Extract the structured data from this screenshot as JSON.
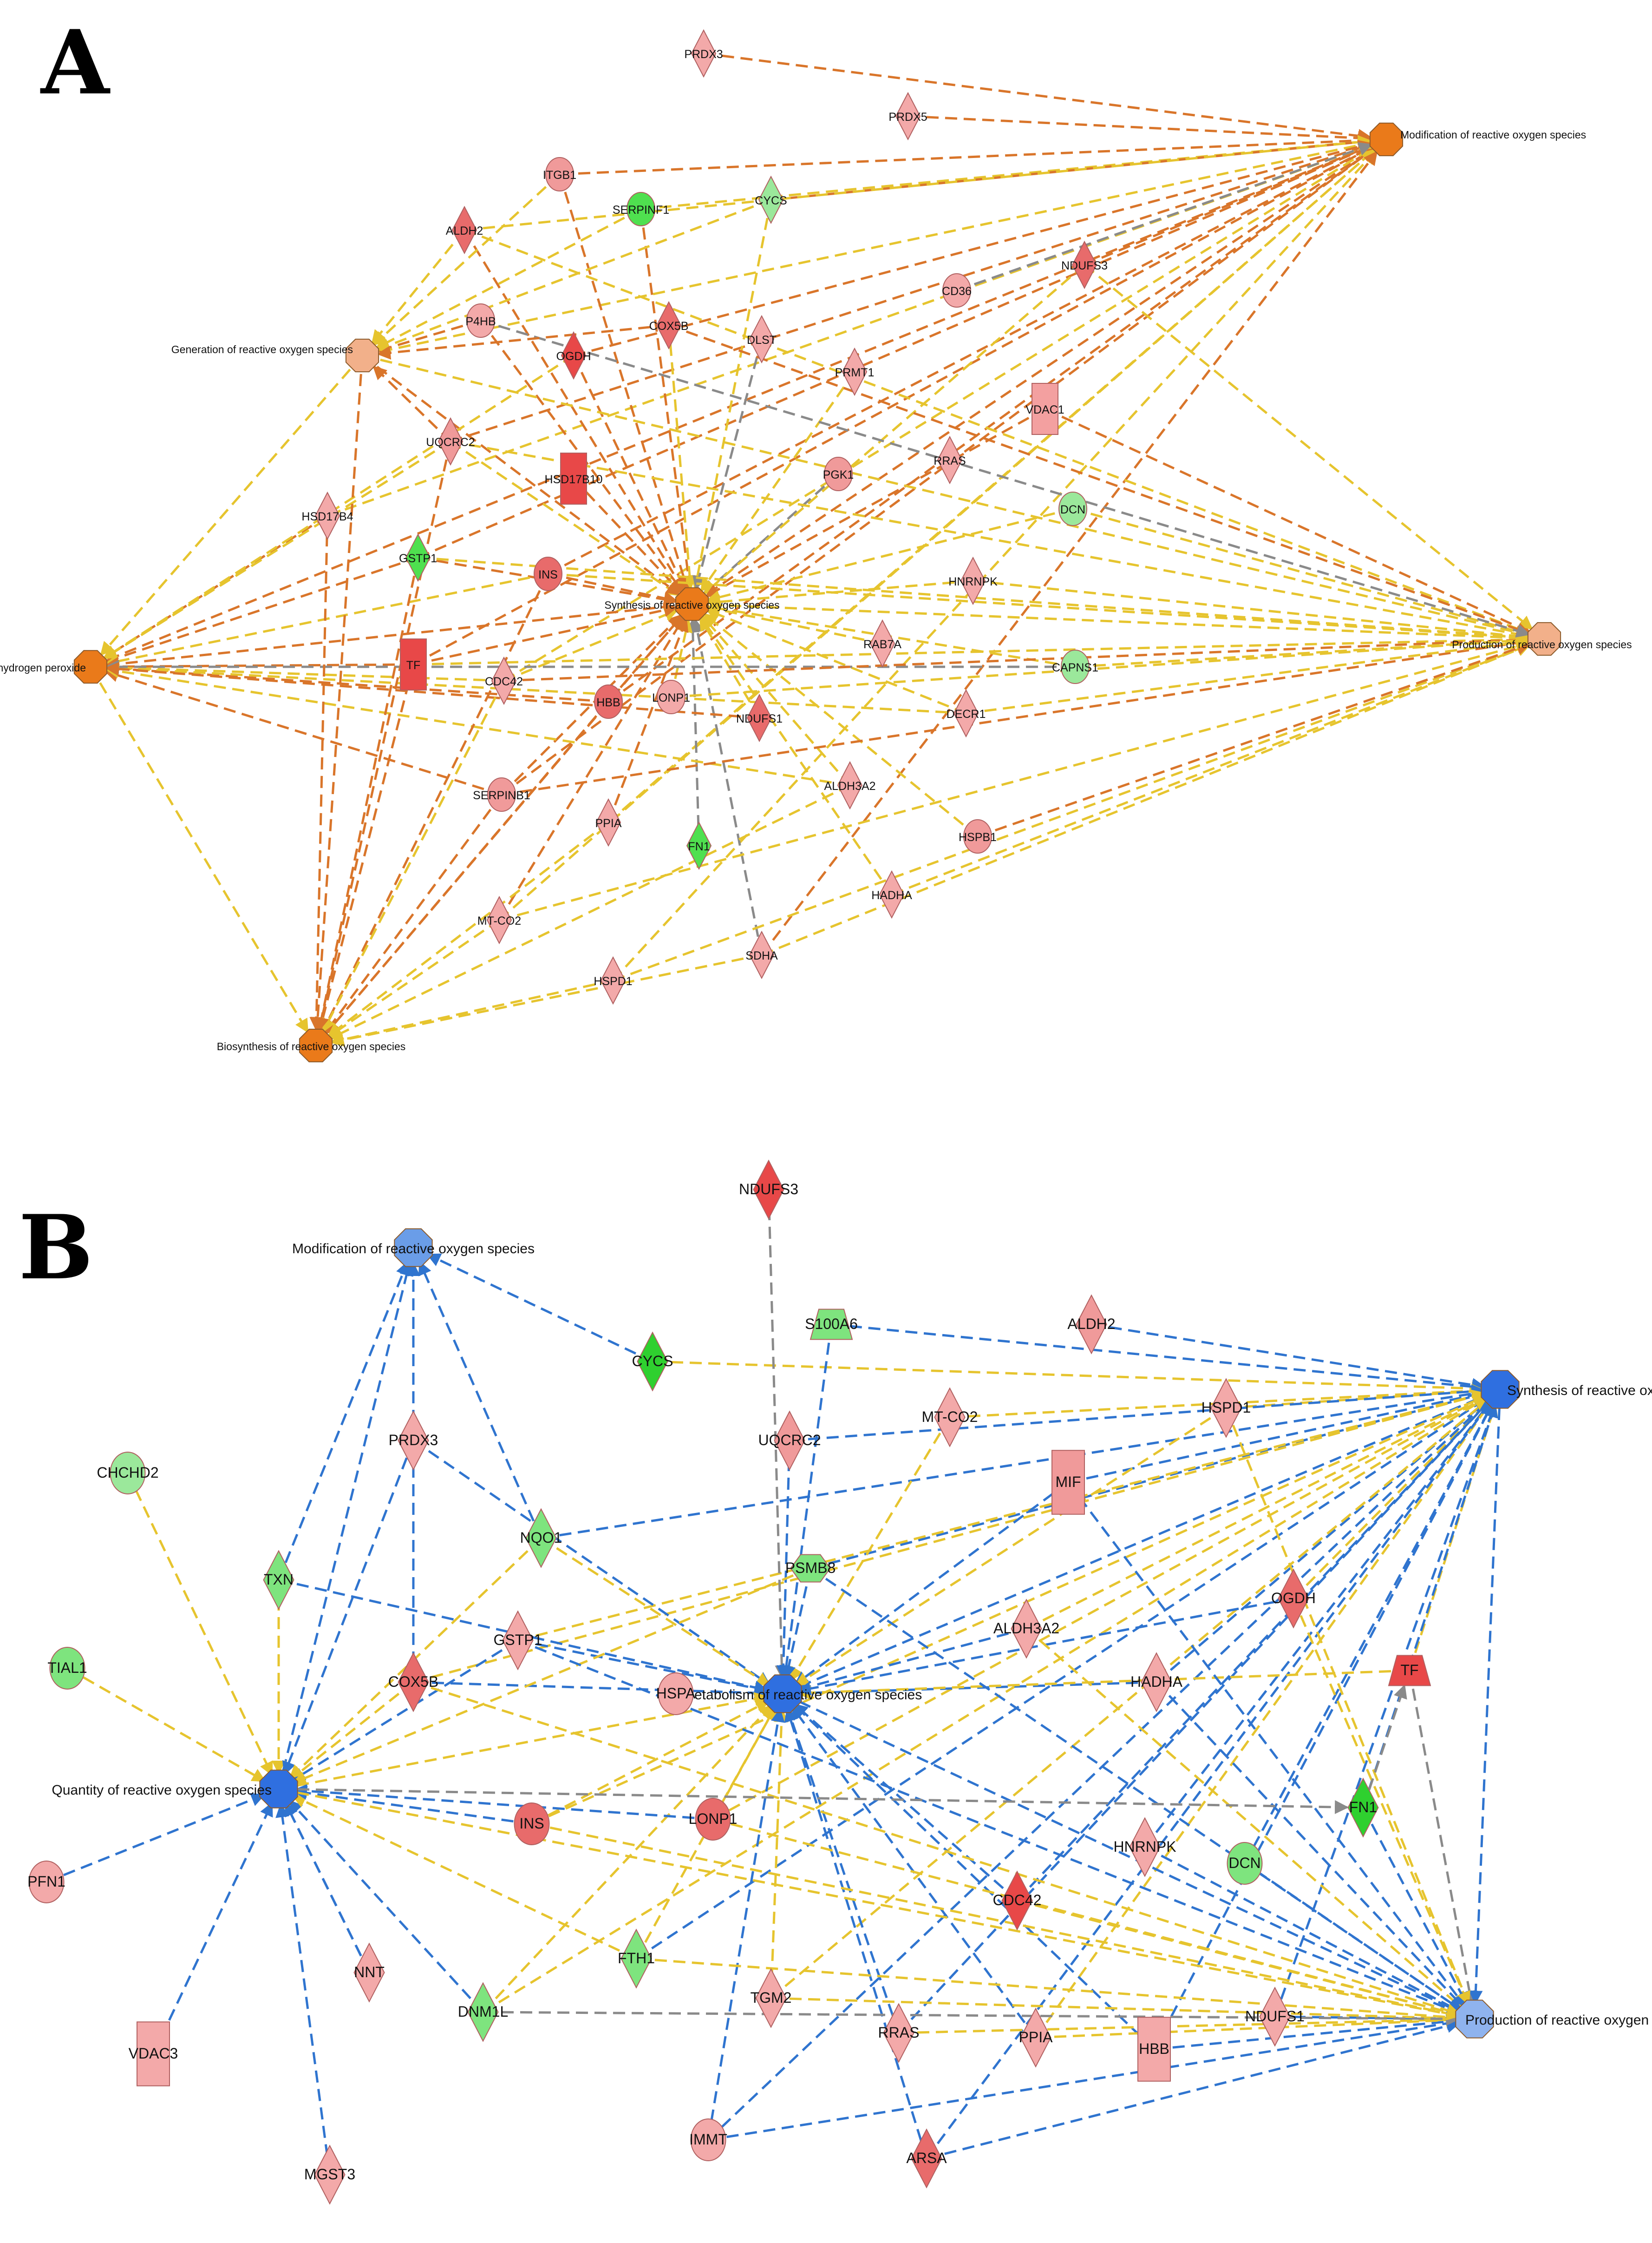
{
  "panels": [
    {
      "letter": "A",
      "functions": [
        {
          "id": "A_mod",
          "label": "Modification of reactive oxygen species",
          "color": "#ea7a1a"
        },
        {
          "id": "A_gen",
          "label": "Generation of reactive oxygen species",
          "color": "#f2b08a"
        },
        {
          "id": "A_synthros",
          "label": "Synthesis of reactive oxygen species",
          "color": "#ea7a1a"
        },
        {
          "id": "A_synhp",
          "label": "Synthesis of hydrogen peroxide",
          "color": "#ea7a1a"
        },
        {
          "id": "A_prod",
          "label": "Production of reactive oxygen species",
          "color": "#f2b08a"
        },
        {
          "id": "A_bio",
          "label": "Biosynthesis of reactive oxygen species",
          "color": "#ea7a1a"
        }
      ],
      "genes": [
        {
          "id": "A_PRDX3",
          "label": "PRDX3",
          "shape": "diamond",
          "color": "#f3a9a9"
        },
        {
          "id": "A_PRDX5",
          "label": "PRDX5",
          "shape": "diamond",
          "color": "#f3a9a9"
        },
        {
          "id": "A_ITGB1",
          "label": "ITGB1",
          "shape": "ellipse",
          "color": "#f09a9a"
        },
        {
          "id": "A_SERPINF1",
          "label": "SERPINF1",
          "shape": "ellipse",
          "color": "#4fe04f"
        },
        {
          "id": "A_CYCS",
          "label": "CYCS",
          "shape": "diamond",
          "color": "#9be89b"
        },
        {
          "id": "A_ALDH2",
          "label": "ALDH2",
          "shape": "diamond",
          "color": "#e86b6b"
        },
        {
          "id": "A_NDUFS3",
          "label": "NDUFS3",
          "shape": "diamond",
          "color": "#e86b6b"
        },
        {
          "id": "A_CD36",
          "label": "CD36",
          "shape": "ellipse",
          "color": "#f3a9a9"
        },
        {
          "id": "A_P4HB",
          "label": "P4HB",
          "shape": "ellipse",
          "color": "#f3a9a9"
        },
        {
          "id": "A_COX5B",
          "label": "COX5B",
          "shape": "diamond",
          "color": "#e86b6b"
        },
        {
          "id": "A_DLST",
          "label": "DLST",
          "shape": "diamond",
          "color": "#f3a9a9"
        },
        {
          "id": "A_OGDH",
          "label": "OGDH",
          "shape": "diamond",
          "color": "#e84848"
        },
        {
          "id": "A_PRMT1",
          "label": "PRMT1",
          "shape": "diamond",
          "color": "#f3a9a9"
        },
        {
          "id": "A_VDAC1",
          "label": "VDAC1",
          "shape": "rect",
          "color": "#f3a0a0"
        },
        {
          "id": "A_UQCRC2",
          "label": "UQCRC2",
          "shape": "diamond",
          "color": "#f09a9a"
        },
        {
          "id": "A_HSD17B10",
          "label": "HSD17B10",
          "shape": "rect",
          "color": "#e84848"
        },
        {
          "id": "A_PGK1",
          "label": "PGK1",
          "shape": "ellipse",
          "color": "#f09a9a"
        },
        {
          "id": "A_RRAS",
          "label": "RRAS",
          "shape": "diamond",
          "color": "#f3a9a9"
        },
        {
          "id": "A_DCN",
          "label": "DCN",
          "shape": "ellipse",
          "color": "#9be89b"
        },
        {
          "id": "A_HSD17B4",
          "label": "HSD17B4",
          "shape": "diamond",
          "color": "#f3a9a9"
        },
        {
          "id": "A_GSTP1",
          "label": "GSTP1",
          "shape": "diamond",
          "color": "#4fe04f"
        },
        {
          "id": "A_INS",
          "label": "INS",
          "shape": "ellipse",
          "color": "#e86b6b"
        },
        {
          "id": "A_HNRNPK",
          "label": "HNRNPK",
          "shape": "diamond",
          "color": "#f3a9a9"
        },
        {
          "id": "A_TF",
          "label": "TF",
          "shape": "rect",
          "color": "#e84848"
        },
        {
          "id": "A_CDC42",
          "label": "CDC42",
          "shape": "diamond",
          "color": "#f3a9a9"
        },
        {
          "id": "A_HBB",
          "label": "HBB",
          "shape": "ellipse",
          "color": "#e86b6b"
        },
        {
          "id": "A_LONP1",
          "label": "LONP1",
          "shape": "ellipse",
          "color": "#f3a9a9"
        },
        {
          "id": "A_RAB7A",
          "label": "RAB7A",
          "shape": "diamond",
          "color": "#f3a9a9"
        },
        {
          "id": "A_CAPNS1",
          "label": "CAPNS1",
          "shape": "ellipse",
          "color": "#9be89b"
        },
        {
          "id": "A_NDUFS1",
          "label": "NDUFS1",
          "shape": "diamond",
          "color": "#e86b6b"
        },
        {
          "id": "A_DECR1",
          "label": "DECR1",
          "shape": "diamond",
          "color": "#f3a9a9"
        },
        {
          "id": "A_ALDH3A2",
          "label": "ALDH3A2",
          "shape": "diamond",
          "color": "#f3a9a9"
        },
        {
          "id": "A_SERPINB1",
          "label": "SERPINB1",
          "shape": "ellipse",
          "color": "#f09a9a"
        },
        {
          "id": "A_PPIA",
          "label": "PPIA",
          "shape": "diamond",
          "color": "#f3a9a9"
        },
        {
          "id": "A_FN1",
          "label": "FN1",
          "shape": "diamond",
          "color": "#4fe04f"
        },
        {
          "id": "A_HSPB1",
          "label": "HSPB1",
          "shape": "ellipse",
          "color": "#f09a9a"
        },
        {
          "id": "A_HADHA",
          "label": "HADHA",
          "shape": "diamond",
          "color": "#f3a9a9"
        },
        {
          "id": "A_MTCO2",
          "label": "MT-CO2",
          "shape": "diamond",
          "color": "#f3a9a9"
        },
        {
          "id": "A_SDHA",
          "label": "SDHA",
          "shape": "diamond",
          "color": "#f3a9a9"
        },
        {
          "id": "A_HSPD1",
          "label": "HSPD1",
          "shape": "diamond",
          "color": "#f3a9a9"
        }
      ]
    },
    {
      "letter": "B",
      "functions": [
        {
          "id": "B_mod",
          "label": "Modification of reactive oxygen species",
          "color": "#6a9de8"
        },
        {
          "id": "B_synth",
          "label": "Synthesis of reactive oxygen species",
          "color": "#2f6fe0"
        },
        {
          "id": "B_metab",
          "label": "Metabolism of reactive oxygen species",
          "color": "#2f6fe0"
        },
        {
          "id": "B_quant",
          "label": "Quantity of reactive oxygen species",
          "color": "#2f6fe0"
        },
        {
          "id": "B_prod",
          "label": "Production of reactive oxygen species",
          "color": "#8fb3ee"
        }
      ],
      "genes": [
        {
          "id": "B_NDUFS3",
          "label": "NDUFS3",
          "shape": "diamond",
          "color": "#e84848"
        },
        {
          "id": "B_S100A6",
          "label": "S100A6",
          "shape": "trapezoid",
          "color": "#7ee47e"
        },
        {
          "id": "B_ALDH2",
          "label": "ALDH2",
          "shape": "diamond",
          "color": "#f09a9a"
        },
        {
          "id": "B_CYCS",
          "label": "CYCS",
          "shape": "diamond",
          "color": "#2fd02f"
        },
        {
          "id": "B_HSPD1",
          "label": "HSPD1",
          "shape": "diamond",
          "color": "#f3a9a9"
        },
        {
          "id": "B_MTCO2",
          "label": "MT-CO2",
          "shape": "diamond",
          "color": "#f3a9a9"
        },
        {
          "id": "B_UQCRC2",
          "label": "UQCRC2",
          "shape": "diamond",
          "color": "#f09a9a"
        },
        {
          "id": "B_PRDX3",
          "label": "PRDX3",
          "shape": "diamond",
          "color": "#f3a9a9"
        },
        {
          "id": "B_CHCHD2",
          "label": "CHCHD2",
          "shape": "ellipse",
          "color": "#9be89b"
        },
        {
          "id": "B_NQO1",
          "label": "NQO1",
          "shape": "diamond",
          "color": "#7ee47e"
        },
        {
          "id": "B_MIF",
          "label": "MIF",
          "shape": "rect",
          "color": "#f09a9a"
        },
        {
          "id": "B_PSMB8",
          "label": "PSMB8",
          "shape": "hexagon",
          "color": "#7ee47e"
        },
        {
          "id": "B_TXN",
          "label": "TXN",
          "shape": "diamond",
          "color": "#7ee47e"
        },
        {
          "id": "B_OGDH",
          "label": "OGDH",
          "shape": "diamond",
          "color": "#e86b6b"
        },
        {
          "id": "B_ALDH3A2",
          "label": "ALDH3A2",
          "shape": "diamond",
          "color": "#f3a9a9"
        },
        {
          "id": "B_GSTP1",
          "label": "GSTP1",
          "shape": "diamond",
          "color": "#f3a9a9"
        },
        {
          "id": "B_TIAL1",
          "label": "TIAL1",
          "shape": "ellipse",
          "color": "#7ee47e"
        },
        {
          "id": "B_COX5B",
          "label": "COX5B",
          "shape": "diamond",
          "color": "#e86b6b"
        },
        {
          "id": "B_HSPA",
          "label": "HSPA",
          "shape": "ellipse",
          "color": "#f3a9a9"
        },
        {
          "id": "B_HADHA",
          "label": "HADHA",
          "shape": "diamond",
          "color": "#f3a9a9"
        },
        {
          "id": "B_TF",
          "label": "TF",
          "shape": "trapezoid",
          "color": "#e84848"
        },
        {
          "id": "B_FN1",
          "label": "FN1",
          "shape": "diamond",
          "color": "#2fd02f"
        },
        {
          "id": "B_INS",
          "label": "INS",
          "shape": "ellipse",
          "color": "#e86b6b"
        },
        {
          "id": "B_LONP1",
          "label": "LONP1",
          "shape": "ellipse",
          "color": "#e86b6b"
        },
        {
          "id": "B_PFN1",
          "label": "PFN1",
          "shape": "ellipse",
          "color": "#f3a9a9"
        },
        {
          "id": "B_CDC42",
          "label": "CDC42",
          "shape": "diamond",
          "color": "#e84848"
        },
        {
          "id": "B_HNRNPK",
          "label": "HNRNPK",
          "shape": "diamond",
          "color": "#f3a9a9"
        },
        {
          "id": "B_DCN",
          "label": "DCN",
          "shape": "ellipse",
          "color": "#7ee47e"
        },
        {
          "id": "B_FTH1",
          "label": "FTH1",
          "shape": "diamond",
          "color": "#7ee47e"
        },
        {
          "id": "B_NNT",
          "label": "NNT",
          "shape": "diamond",
          "color": "#f3a9a9"
        },
        {
          "id": "B_DNM1L",
          "label": "DNM1L",
          "shape": "diamond",
          "color": "#7ee47e"
        },
        {
          "id": "B_TGM2",
          "label": "TGM2",
          "shape": "diamond",
          "color": "#f3a9a9"
        },
        {
          "id": "B_NDUFS1",
          "label": "NDUFS1",
          "shape": "diamond",
          "color": "#f3a9a9"
        },
        {
          "id": "B_VDAC3",
          "label": "VDAC3",
          "shape": "rect",
          "color": "#f3a9a9"
        },
        {
          "id": "B_RRAS",
          "label": "RRAS",
          "shape": "diamond",
          "color": "#f3a9a9"
        },
        {
          "id": "B_PPIA",
          "label": "PPIA",
          "shape": "diamond",
          "color": "#f3a9a9"
        },
        {
          "id": "B_HBB",
          "label": "HBB",
          "shape": "rect",
          "color": "#f3a9a9"
        },
        {
          "id": "B_IMMT",
          "label": "IMMT",
          "shape": "ellipse",
          "color": "#f3a9a9"
        },
        {
          "id": "B_MGST3",
          "label": "MGST3",
          "shape": "diamond",
          "color": "#f3a9a9"
        },
        {
          "id": "B_ARSA",
          "label": "ARSA",
          "shape": "diamond",
          "color": "#e86b6b"
        }
      ]
    }
  ],
  "edge_colors": {
    "orange": "#d9752a",
    "yellow": "#e6c42e",
    "blue": "#2f74cf",
    "gray": "#8a8a8a"
  }
}
